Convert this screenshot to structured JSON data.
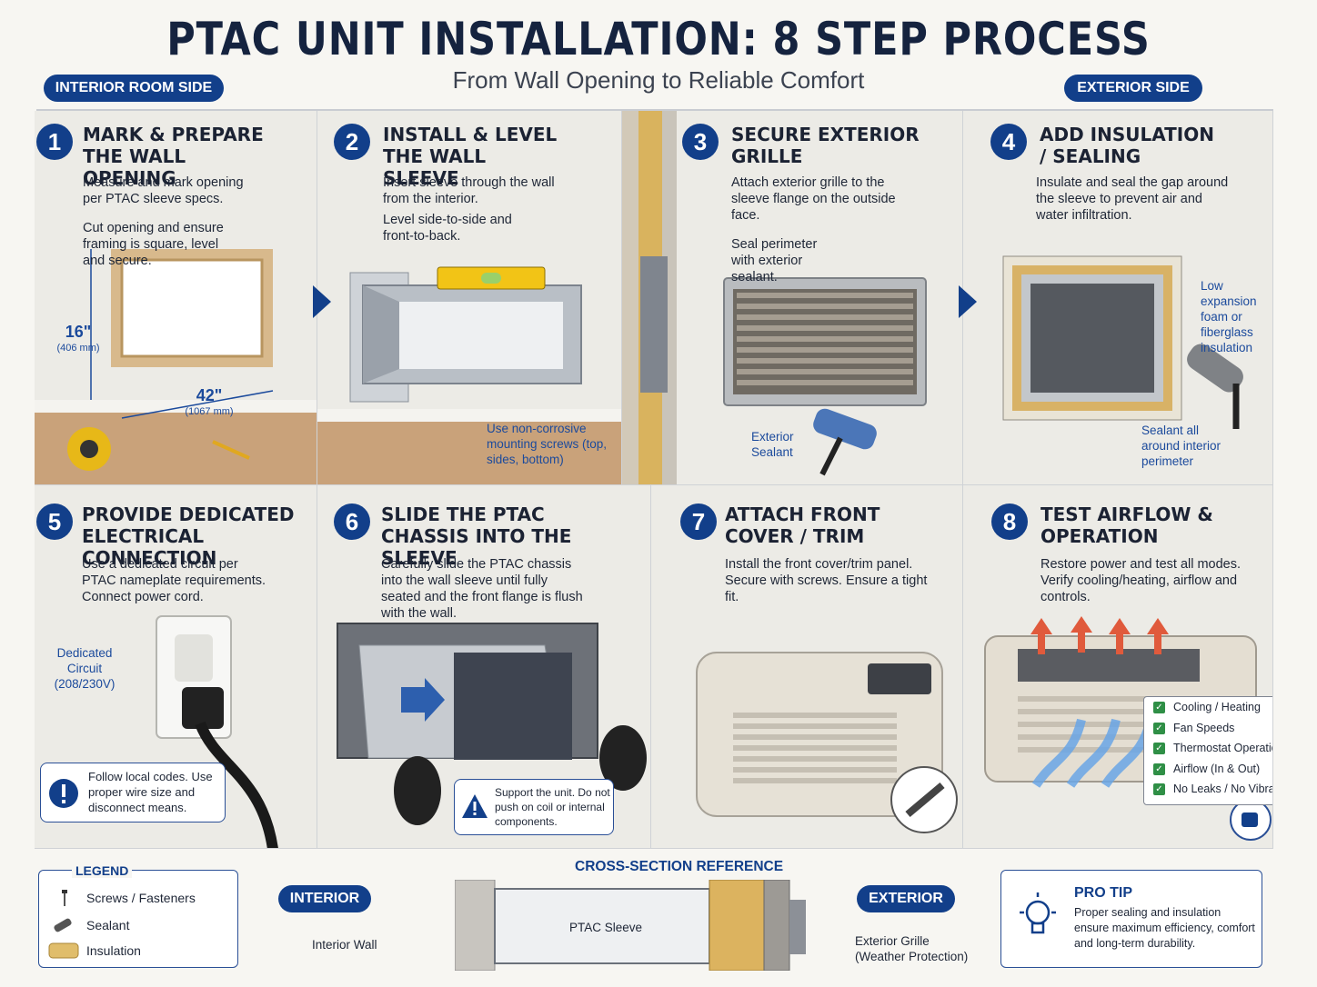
{
  "header": {
    "title": "PTAC UNIT INSTALLATION: 8 STEP PROCESS",
    "subtitle": "From Wall Opening to Reliable Comfort",
    "left_badge": "INTERIOR ROOM SIDE",
    "right_badge": "EXTERIOR SIDE"
  },
  "steps": [
    {
      "num": "1",
      "title": "MARK & PREPARE THE WALL OPENING",
      "desc1": "Measure and mark opening per PTAC sleeve specs.",
      "desc2": "Cut opening and ensure framing is square, level and secure.",
      "height_dim": "16\"",
      "height_mm": "(406 mm)",
      "width_dim": "42\"",
      "width_mm": "(1067 mm)"
    },
    {
      "num": "2",
      "title": "INSTALL & LEVEL THE WALL SLEEVE",
      "desc1": "Insert sleeve through the wall from the interior.",
      "desc2": "Level side-to-side and front-to-back.",
      "note": "Use non-corrosive mounting screws (top, sides, bottom)"
    },
    {
      "num": "3",
      "title": "SECURE EXTERIOR GRILLE",
      "desc1": "Attach exterior grille to the sleeve flange on the outside face.",
      "desc2": "Seal perimeter with exterior sealant.",
      "note": "Exterior Sealant"
    },
    {
      "num": "4",
      "title": "ADD INSULATION / SEALING",
      "desc1": "Insulate and seal the gap around the sleeve to prevent air and water infiltration.",
      "note1": "Low expansion foam or fiberglass insulation",
      "note2": "Sealant all around interior perimeter"
    },
    {
      "num": "5",
      "title": "PROVIDE DEDICATED ELECTRICAL CONNECTION",
      "desc1": "Use a dedicated circuit per PTAC nameplate requirements. Connect power cord.",
      "note": "Dedicated Circuit (208/230V)",
      "warning": "Follow local codes. Use proper wire size and disconnect means."
    },
    {
      "num": "6",
      "title": "SLIDE THE PTAC CHASSIS INTO THE SLEEVE",
      "desc1": "Carefully slide the PTAC chassis into the wall sleeve until fully seated and the front flange is flush with the wall.",
      "warning": "Support the unit. Do not push on coil or internal components."
    },
    {
      "num": "7",
      "title": "ATTACH FRONT COVER / TRIM",
      "desc1": "Install the front cover/trim panel. Secure with screws. Ensure a tight fit."
    },
    {
      "num": "8",
      "title": "TEST AIRFLOW & OPERATION",
      "desc1": "Restore power and test all modes. Verify cooling/heating, airflow and controls.",
      "checks": [
        "Cooling / Heating",
        "Fan Speeds",
        "Thermostat Operation",
        "Airflow (In & Out)",
        "No Leaks / No Vibration"
      ]
    }
  ],
  "legend": {
    "title": "LEGEND",
    "items": [
      "Screws / Fasteners",
      "Sealant",
      "Insulation"
    ]
  },
  "cross_section": {
    "title": "CROSS-SECTION REFERENCE",
    "interior_badge": "INTERIOR",
    "exterior_badge": "EXTERIOR",
    "sleeve_label": "PTAC Sleeve",
    "interior_wall_label": "Interior Wall",
    "exterior_grille_label": "Exterior Grille (Weather Protection)"
  },
  "pro_tip": {
    "title": "PRO TIP",
    "text": "Proper sealing and insulation ensure maximum efficiency, comfort and long-term durability."
  },
  "colors": {
    "navy": "#123f8a",
    "accent_blue": "#1b4a9c",
    "check_green": "#2f8f46",
    "heat_red": "#e05a3c"
  }
}
